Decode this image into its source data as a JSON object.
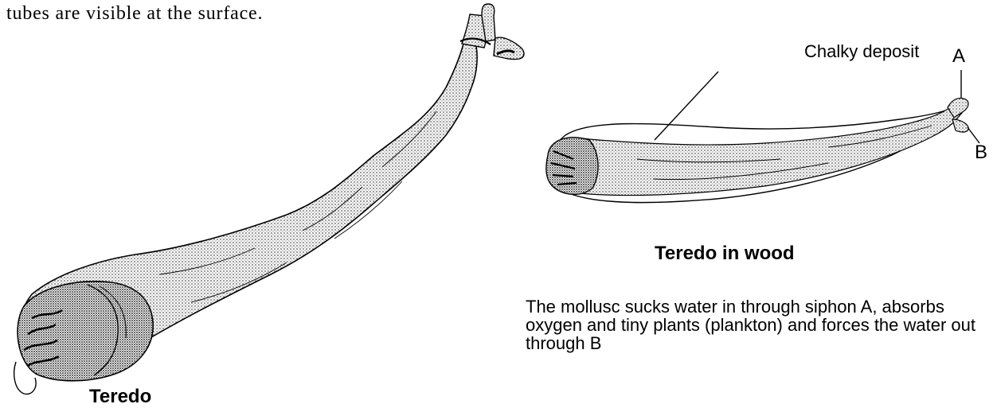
{
  "intro_text": "tubes are visible at the surface.",
  "labels": {
    "chalky_deposit": "Chalky deposit",
    "siphon_a": "A",
    "siphon_b": "B"
  },
  "captions": {
    "teredo": "Teredo",
    "teredo_in_wood": "Teredo in wood"
  },
  "description": "The mollusc sucks water in through siphon A, absorbs oxygen and tiny plants (plankton) and forces the water out through B",
  "colors": {
    "ink": "#000000",
    "paper": "#ffffff",
    "stipple": "#bdbdbd"
  }
}
